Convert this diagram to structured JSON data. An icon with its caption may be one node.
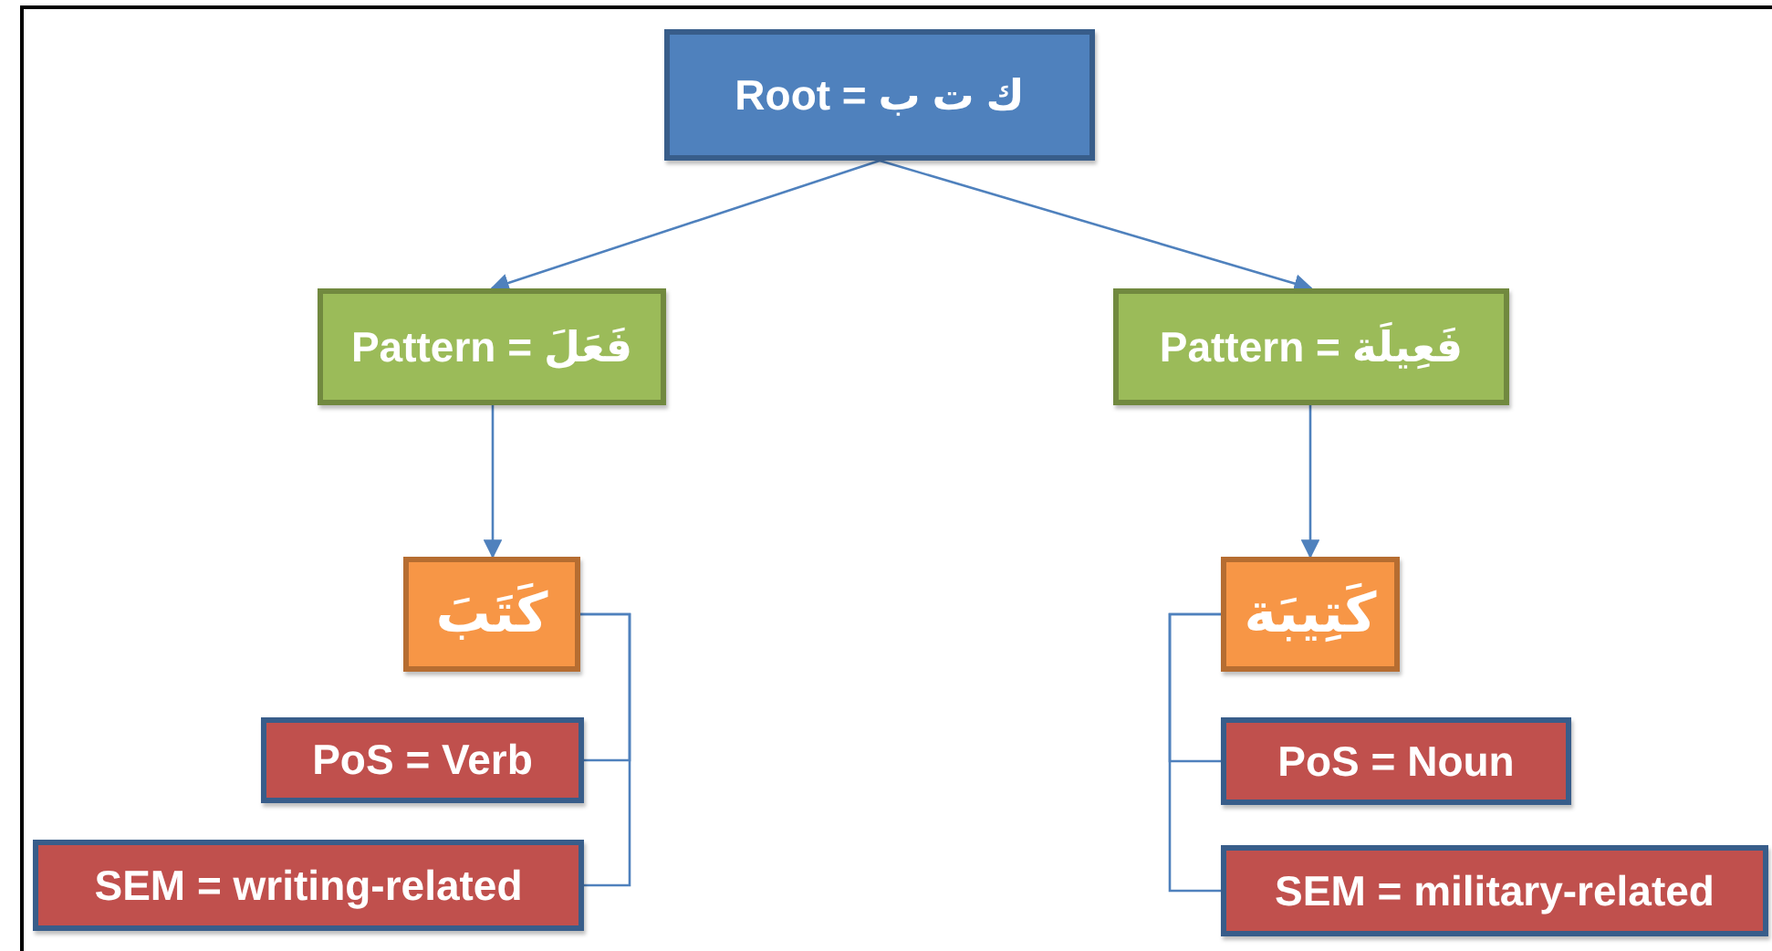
{
  "diagram": {
    "nodes": [
      {
        "text": [
          "Root = ك ت ب"
        ]
      },
      {
        "text": [
          "Pattern = فَعَلَ"
        ]
      },
      {
        "text": [
          "Pattern = فَعِيلَة"
        ]
      },
      {
        "text": [
          "كَتَبَ"
        ]
      },
      {
        "text": [
          "كَتِيبَة"
        ]
      },
      {
        "text": [
          "PoS = Verb"
        ]
      },
      {
        "text": [
          "SEM = writing-related"
        ]
      },
      {
        "text": [
          "PoS = Noun"
        ]
      },
      {
        "text": [
          "SEM = military-related"
        ]
      }
    ],
    "edges": [
      {
        "from": 0,
        "to": 1,
        "arrow": "to"
      },
      {
        "from": 0,
        "to": 2,
        "arrow": "to"
      },
      {
        "from": 1,
        "to": 3,
        "arrow": "to"
      },
      {
        "from": 2,
        "to": 4,
        "arrow": "to"
      },
      {
        "from": 3,
        "to": 5,
        "arrow": "none"
      },
      {
        "from": 3,
        "to": 6,
        "arrow": "none"
      },
      {
        "from": 4,
        "to": 7,
        "arrow": "none"
      },
      {
        "from": 4,
        "to": 8,
        "arrow": "none"
      }
    ]
  }
}
